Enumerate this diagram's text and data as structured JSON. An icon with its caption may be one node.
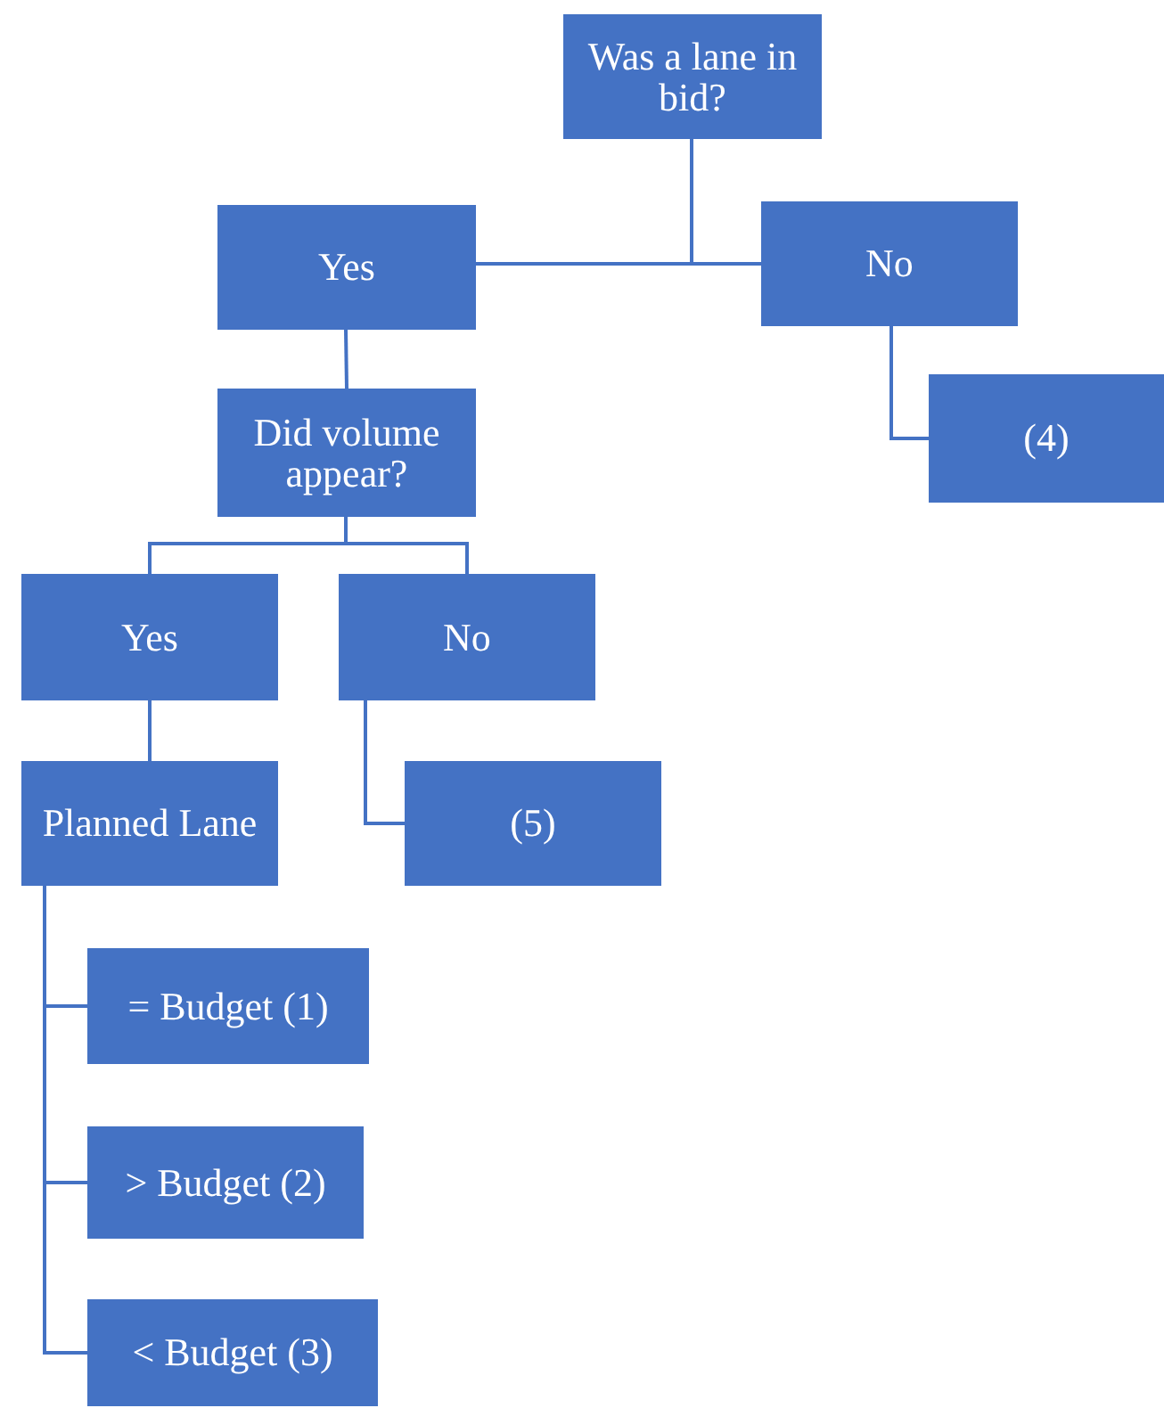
{
  "diagram": {
    "nodes": [
      {
        "text": [
          "Was a lane in bid?"
        ]
      },
      {
        "text": [
          "Yes"
        ]
      },
      {
        "text": [
          "No"
        ]
      },
      {
        "text": [
          "Did volume appear?"
        ]
      },
      {
        "text": [
          "(4)"
        ]
      },
      {
        "text": [
          "Yes"
        ]
      },
      {
        "text": [
          "No"
        ]
      },
      {
        "text": [
          "Planned Lane"
        ]
      },
      {
        "text": [
          "(5)"
        ]
      },
      {
        "text": [
          "= Budget (1)"
        ]
      },
      {
        "text": [
          "> Budget (2)"
        ]
      },
      {
        "text": [
          "< Budget (3)"
        ]
      }
    ],
    "edges": [
      {
        "from": 0,
        "to": 1,
        "arrow": "none"
      },
      {
        "from": 0,
        "to": 2,
        "arrow": "none"
      },
      {
        "from": 1,
        "to": 3,
        "arrow": "none"
      },
      {
        "from": 2,
        "to": 4,
        "arrow": "none"
      },
      {
        "from": 3,
        "to": 5,
        "arrow": "none"
      },
      {
        "from": 3,
        "to": 6,
        "arrow": "none"
      },
      {
        "from": 5,
        "to": 7,
        "arrow": "none"
      },
      {
        "from": 6,
        "to": 8,
        "arrow": "none"
      },
      {
        "from": 7,
        "to": 9,
        "arrow": "none"
      },
      {
        "from": 7,
        "to": 10,
        "arrow": "none"
      },
      {
        "from": 7,
        "to": 11,
        "arrow": "none"
      }
    ]
  }
}
